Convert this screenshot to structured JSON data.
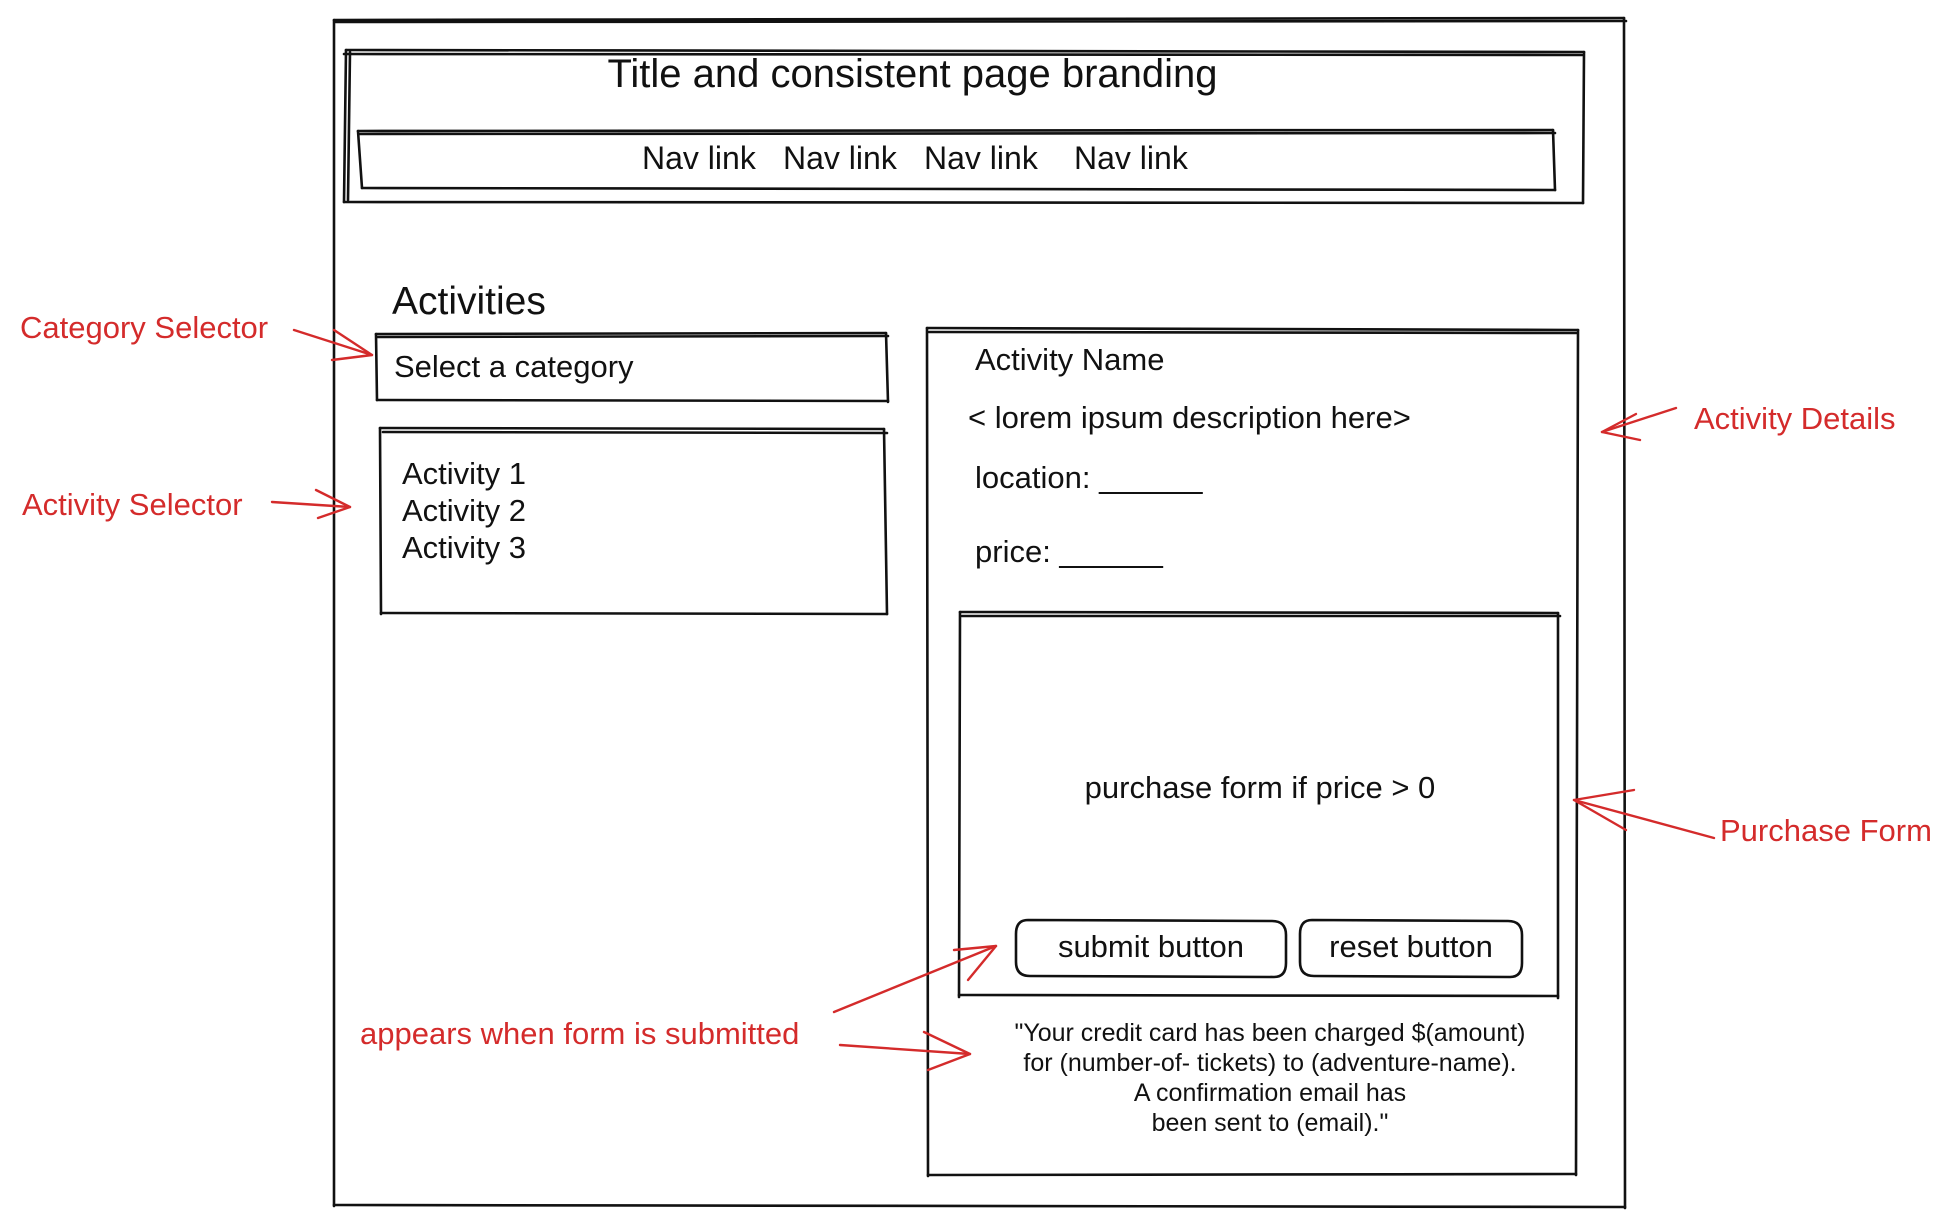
{
  "header": {
    "title": "Title and consistent page branding",
    "nav_links": [
      "Nav link",
      "Nav link",
      "Nav link",
      "Nav link"
    ]
  },
  "left_panel": {
    "heading": "Activities",
    "category_placeholder": "Select a category",
    "activities": [
      "Activity 1",
      "Activity 2",
      "Activity 3"
    ]
  },
  "details": {
    "activity_name": "Activity Name",
    "description": "< lorem ipsum description here>",
    "location_label": "location: ______",
    "price_label": "price: ______"
  },
  "purchase_form": {
    "text": "purchase form if price > 0",
    "submit_label": "submit button",
    "reset_label": "reset button"
  },
  "confirmation": {
    "lines": [
      "\"Your credit card has been charged $(amount)",
      "for (number-of- tickets) to (adventure-name).",
      "A confirmation email has",
      "been sent to (email).\""
    ]
  },
  "annotations": {
    "category_selector": "Category Selector",
    "activity_selector": "Activity Selector",
    "activity_details": "Activity Details",
    "purchase_form": "Purchase Form",
    "submitted_note": "appears when form is submitted",
    "color": "#d42b2b"
  }
}
